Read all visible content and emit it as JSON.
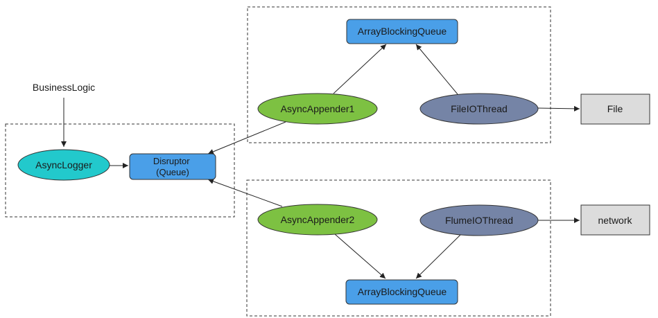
{
  "colors": {
    "async_logger": "#22c9cc",
    "queue_box": "#4a9fe8",
    "appender": "#7dc142",
    "io_thread": "#7584a6",
    "output_box": "#dcdcdc"
  },
  "nodes": {
    "business_logic": "BusinessLogic",
    "async_logger": "AsyncLogger",
    "disruptor_line1": "Disruptor",
    "disruptor_line2": "(Queue)",
    "queue_top": "ArrayBlockingQueue",
    "queue_bottom": "ArrayBlockingQueue",
    "appender1": "AsyncAppender1",
    "appender2": "AsyncAppender2",
    "file_io_thread": "FileIOThread",
    "flume_io_thread": "FlumeIOThread",
    "file_output": "File",
    "network_output": "network"
  }
}
